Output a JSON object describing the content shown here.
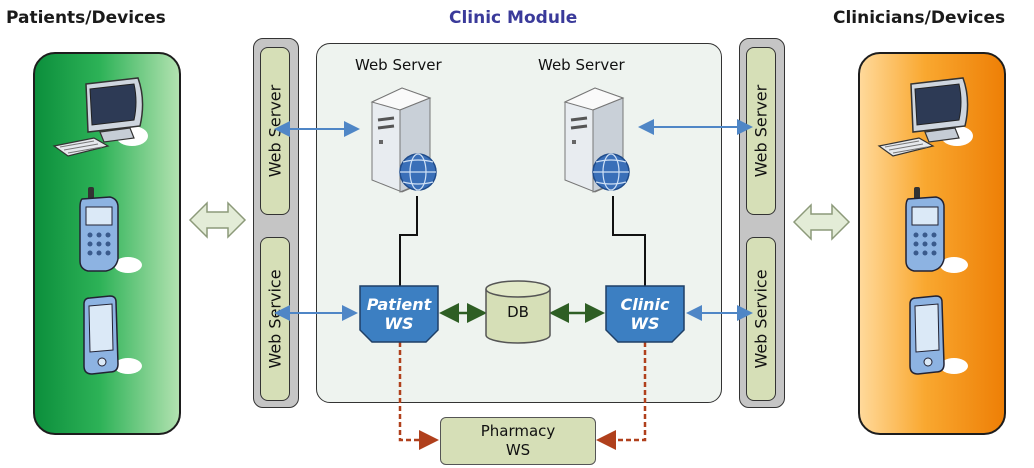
{
  "diagram": {
    "titles": {
      "patients": "Patients/Devices",
      "clinic": "Clinic Module",
      "clinicians": "Clinicians/Devices"
    },
    "left_rail": {
      "top_label": "Web Server",
      "bottom_label": "Web Service"
    },
    "right_rail": {
      "top_label": "Web Server",
      "bottom_label": "Web Service"
    },
    "servers": {
      "left_label": "Web Server",
      "right_label": "Web Server"
    },
    "patient_ws": {
      "line1": "Patient",
      "line2": "WS"
    },
    "clinic_ws": {
      "line1": "Clinic",
      "line2": "WS"
    },
    "db": {
      "label": "DB"
    },
    "pharmacy_ws": {
      "line1": "Pharmacy",
      "line2": "WS"
    },
    "patient_devices": [
      "desktop-computer-icon",
      "mobile-phone-icon",
      "pda-icon"
    ],
    "clinician_devices": [
      "desktop-computer-icon",
      "mobile-phone-icon",
      "pda-icon"
    ],
    "colors": {
      "patients_panel": "#2db257",
      "clinicians_panel": "#f9a830",
      "clinic_title": "#3a3a9a",
      "ws_node": "#3c7fc2",
      "db_node": "#d6dfb7",
      "arrow_blue": "#4f86c6",
      "arrow_green": "#2e5e24",
      "arrow_dashed": "#b0401c"
    }
  }
}
